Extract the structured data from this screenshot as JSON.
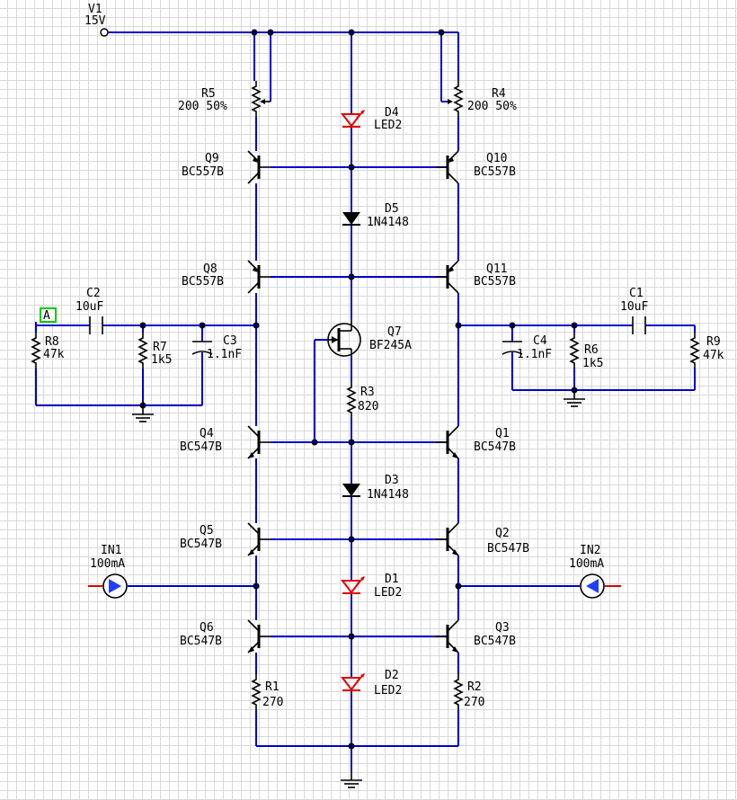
{
  "colors": {
    "wire": "#0000cc",
    "component": "#000000",
    "led": "#e00000",
    "current_source": "#1f3fff",
    "probe": "#00cc00",
    "grid": "#d9d9d9"
  },
  "probe": {
    "label": "A"
  },
  "components": {
    "V1": {
      "ref": "V1",
      "value": "15V"
    },
    "R5": {
      "ref": "R5",
      "value": "200 50%"
    },
    "R4": {
      "ref": "R4",
      "value": "200 50%"
    },
    "D4": {
      "ref": "D4",
      "value": "LED2"
    },
    "Q9": {
      "ref": "Q9",
      "value": "BC557B"
    },
    "Q10": {
      "ref": "Q10",
      "value": "BC557B"
    },
    "D5": {
      "ref": "D5",
      "value": "1N4148"
    },
    "Q8": {
      "ref": "Q8",
      "value": "BC557B"
    },
    "Q11": {
      "ref": "Q11",
      "value": "BC557B"
    },
    "C2": {
      "ref": "C2",
      "value": "10uF"
    },
    "C1": {
      "ref": "C1",
      "value": "10uF"
    },
    "Q7": {
      "ref": "Q7",
      "value": "BF245A"
    },
    "R8": {
      "ref": "R8",
      "value": "47k"
    },
    "R7": {
      "ref": "R7",
      "value": "1k5"
    },
    "C3": {
      "ref": "C3",
      "value": "1.1nF"
    },
    "C4": {
      "ref": "C4",
      "value": "1.1nF"
    },
    "R6": {
      "ref": "R6",
      "value": "1k5"
    },
    "R9": {
      "ref": "R9",
      "value": "47k"
    },
    "R3": {
      "ref": "R3",
      "value": "820"
    },
    "Q4": {
      "ref": "Q4",
      "value": "BC547B"
    },
    "Q1": {
      "ref": "Q1",
      "value": "BC547B"
    },
    "D3": {
      "ref": "D3",
      "value": "1N4148"
    },
    "Q5": {
      "ref": "Q5",
      "value": "BC547B"
    },
    "Q2": {
      "ref": "Q2",
      "value": "BC547B"
    },
    "IN1": {
      "ref": "IN1",
      "value": "100mA"
    },
    "IN2": {
      "ref": "IN2",
      "value": "100mA"
    },
    "D1": {
      "ref": "D1",
      "value": "LED2"
    },
    "Q6": {
      "ref": "Q6",
      "value": "BC547B"
    },
    "Q3": {
      "ref": "Q3",
      "value": "BC547B"
    },
    "D2": {
      "ref": "D2",
      "value": "LED2"
    },
    "R1": {
      "ref": "R1",
      "value": "270"
    },
    "R2": {
      "ref": "R2",
      "value": "270"
    }
  }
}
